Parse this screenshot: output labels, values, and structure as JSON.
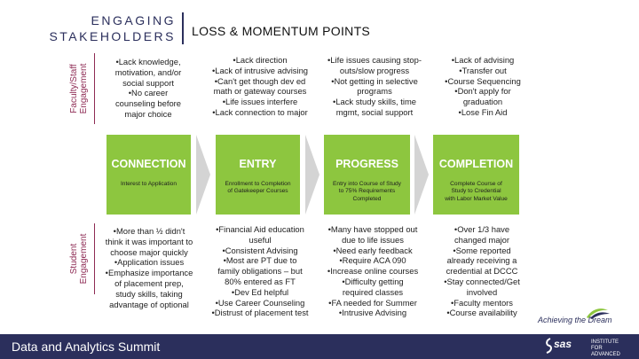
{
  "header": {
    "title_left": [
      "ENGAGING",
      "STAKEHOLDERS"
    ],
    "title_right": "LOSS & MOMENTUM POINTS"
  },
  "side_labels": {
    "faculty": [
      "Faculty/Staff",
      "Engagement"
    ],
    "student": [
      "Student",
      "Engagement"
    ]
  },
  "faculty_notes": [
    [
      "•Lack knowledge,",
      "motivation, and/or",
      "social support",
      "•No career",
      "counseling before",
      "major choice"
    ],
    [
      "•Lack direction",
      "•Lack of intrusive advising",
      "•Can't get though dev ed",
      "math or gateway courses",
      "•Life issues interfere",
      "•Lack connection to major"
    ],
    [
      "•Life issues causing stop-",
      "outs/slow progress",
      "•Not getting in selective",
      "programs",
      "•Lack study skills, time",
      "mgmt, social support"
    ],
    [
      "•Lack of advising",
      "•Transfer out",
      "•Course Sequencing",
      "•Don't apply for",
      "graduation",
      "•Lose Fin Aid"
    ]
  ],
  "stages": [
    {
      "name": "CONNECTION",
      "desc": [
        "Interest to Application"
      ]
    },
    {
      "name": "ENTRY",
      "desc": [
        "Enrollment to Completion",
        "of Gatekeeper Courses"
      ]
    },
    {
      "name": "PROGRESS",
      "desc": [
        "Entry into Course of Study",
        "to 75% Requirements",
        "Completed"
      ]
    },
    {
      "name": "COMPLETION",
      "desc": [
        "Complete Course of",
        "Study to Credential",
        "with Labor Market Value"
      ]
    }
  ],
  "student_notes": [
    [
      "•More than ½ didn't",
      "think it was important to",
      "choose major quickly",
      "•Application issues",
      "•Emphasize importance",
      "of placement prep,",
      "study skills, taking",
      "advantage of optional"
    ],
    [
      "•Financial Aid education",
      "useful",
      "•Consistent Advising",
      "•Most are PT due to",
      "family obligations – but",
      "80% entered as FT",
      "•Dev Ed helpful",
      "•Use Career Counseling",
      "•Distrust of placement test"
    ],
    [
      "•Many have stopped out",
      "due to life issues",
      "•Need early feedback",
      "•Require ACA 090",
      "•Increase online courses",
      "•Difficulty getting",
      "required classes",
      "•FA needed for Summer",
      "•Intrusive Advising"
    ],
    [
      "•Over 1/3 have",
      "changed major",
      "•Some reported",
      "already receiving a",
      "credential at DCCC",
      "•Stay connected/Get",
      "involved",
      "•Faculty mentors",
      "•Course availability"
    ]
  ],
  "logo": {
    "text": "Achieving the Dream"
  },
  "footer": {
    "text": "Data and Analytics Summit",
    "brand": "sas",
    "brand_sub": [
      "INSTITUTE",
      "FOR",
      "ADVANCED"
    ]
  },
  "colors": {
    "green": "#8dc63f",
    "navy": "#2b2f5c",
    "label": "#8e2b54"
  }
}
